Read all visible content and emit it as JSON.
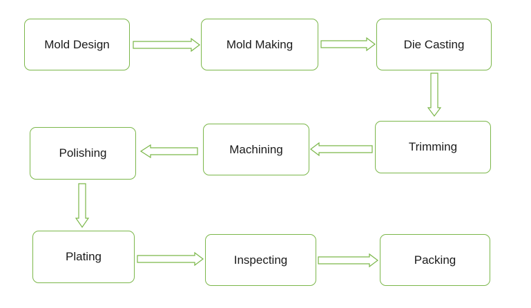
{
  "diagram": {
    "steps": [
      {
        "id": "mold-design",
        "label": "Mold Design"
      },
      {
        "id": "mold-making",
        "label": "Mold Making"
      },
      {
        "id": "die-casting",
        "label": "Die Casting"
      },
      {
        "id": "trimming",
        "label": "Trimming"
      },
      {
        "id": "machining",
        "label": "Machining"
      },
      {
        "id": "polishing",
        "label": "Polishing"
      },
      {
        "id": "plating",
        "label": "Plating"
      },
      {
        "id": "inspecting",
        "label": "Inspecting"
      },
      {
        "id": "packing",
        "label": "Packing"
      }
    ],
    "flow": [
      [
        "mold-design",
        "mold-making"
      ],
      [
        "mold-making",
        "die-casting"
      ],
      [
        "die-casting",
        "trimming"
      ],
      [
        "trimming",
        "machining"
      ],
      [
        "machining",
        "polishing"
      ],
      [
        "polishing",
        "plating"
      ],
      [
        "plating",
        "inspecting"
      ],
      [
        "inspecting",
        "packing"
      ]
    ],
    "colors": {
      "border": "#7ab648",
      "text": "#1a1a1a",
      "background": "#ffffff"
    }
  }
}
